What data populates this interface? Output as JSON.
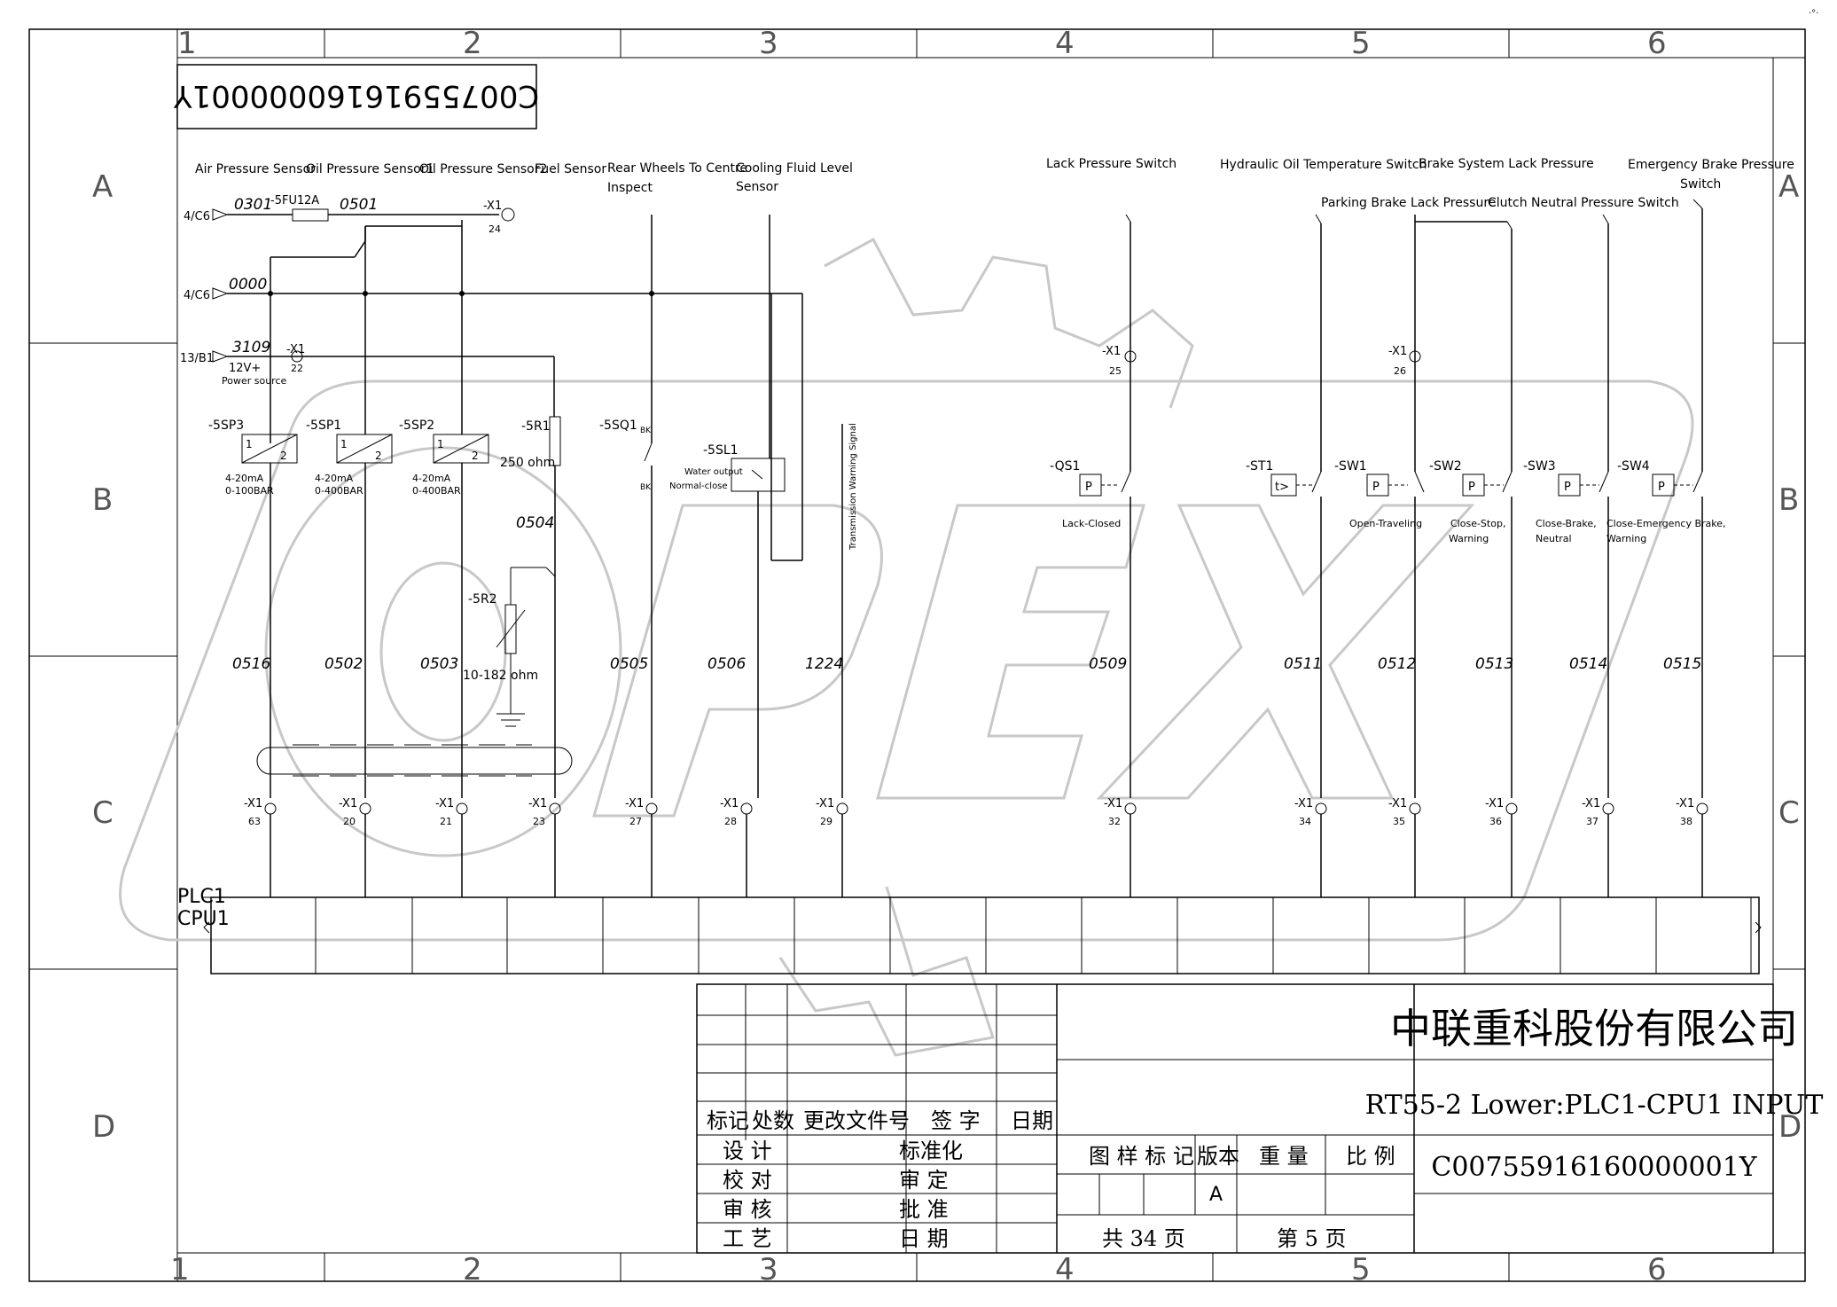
{
  "zones": {
    "columns": [
      "1",
      "2",
      "3",
      "4",
      "5",
      "6"
    ],
    "rows": [
      "A",
      "B",
      "C",
      "D"
    ]
  },
  "drawing_number_mirrored": "C00755916160000001Y",
  "sensor_labels": {
    "air_pressure": "Air Pressure Sensor",
    "oil_pressure_1": "Oil Pressure Sensor1",
    "oil_pressure_2": "Oil Pressure Sensor2",
    "fuel": "Fuel Sensor",
    "rear_wheels_line1": "Rear Wheels To Centre",
    "rear_wheels_line2": "Inspect",
    "cooling_line1": "Cooling Fluid Level",
    "cooling_line2": "Sensor",
    "lack_pressure_switch": "Lack Pressure Switch",
    "hydraulic_temp": "Hydraulic Oil Temperature Switch",
    "brake_lack": "Brake System Lack Pressure",
    "emergency_line1": "Emergency Brake Pressure",
    "emergency_line2": "Switch",
    "parking_brake": "Parking Brake Lack Pressure",
    "clutch_neutral": "Clutch Neutral Pressure Switch"
  },
  "supply": {
    "ref1": "4/C6",
    "wire1": "0301",
    "fuse": "-5FU1",
    "fuse_rating": "2A",
    "wire2": "0501",
    "ref2": "4/C6",
    "wire3": "0000",
    "ref3": "13/B1",
    "wire4": "3109",
    "power_line1": "12V+",
    "power_line2": "Power source"
  },
  "components": {
    "sp3": "-5SP3",
    "sp1": "-5SP1",
    "sp2": "-5SP2",
    "r1": "-5R1",
    "sq1": "-5SQ1",
    "sl1": "-5SL1",
    "r2": "-5R2",
    "qs1": "-QS1",
    "st1": "-ST1",
    "sw1": "-SW1",
    "sw2": "-SW2",
    "sw3": "-SW3",
    "sw4": "-SW4",
    "sp3_spec1": "4-20mA",
    "sp3_spec2": "0-100BAR",
    "sp1_spec1": "4-20mA",
    "sp1_spec2": "0-400BAR",
    "sp2_spec1": "4-20mA",
    "sp2_spec2": "0-400BAR",
    "r1_value": "250 ohm",
    "r2_value": "10-182 ohm",
    "sl1_note1": "Water output",
    "sl1_note2": "Normal-close",
    "transmission": "Transmission Warning Signal",
    "pin1": "1",
    "pin2": "2",
    "bk": "BK",
    "p_symbol": "P",
    "t_symbol": "t>",
    "qs1_state": "Lack-Closed",
    "sw1_state": "Open-Traveling",
    "sw2_state_line1": "Close-Stop,",
    "sw2_state_line2": "Warning",
    "sw3_state_line1": "Close-Brake,",
    "sw3_state_line2": "Neutral",
    "sw4_state_line1": "Close-Emergency Brake,",
    "sw4_state_line2": "Warning"
  },
  "net_0504": "0504",
  "net_labels": [
    "0516",
    "0502",
    "0503",
    "0505",
    "0506",
    "1224",
    "0509",
    "0511",
    "0512",
    "0513",
    "0514",
    "0515"
  ],
  "terminal_tag": "-X1",
  "top_terminals": [
    "24",
    "22",
    "25",
    "26"
  ],
  "bottom_terminals": [
    "63",
    "20",
    "21",
    "23",
    "27",
    "28",
    "29",
    "32",
    "34",
    "35",
    "36",
    "37",
    "38"
  ],
  "plc": {
    "line1": "PLC1",
    "line2": "CPU1"
  },
  "title_block": {
    "company": "中联重科股份有限公司",
    "title": "RT55-2 Lower:PLC1-CPU1 INPUT",
    "number": "C00755916160000001Y",
    "rev_headers": [
      "标记",
      "处数",
      "更改文件号",
      "签 字",
      "日期"
    ],
    "left_roles": [
      "设 计",
      "校 对",
      "审 核",
      "工 艺"
    ],
    "mid_roles": [
      "标准化",
      "审 定",
      "批 准",
      "日 期"
    ],
    "info_headers": [
      "图 样 标 记",
      "版本",
      "重 量",
      "比 例"
    ],
    "version": "A",
    "total_pages": "共 34 页",
    "page_no": "第 5 页"
  }
}
